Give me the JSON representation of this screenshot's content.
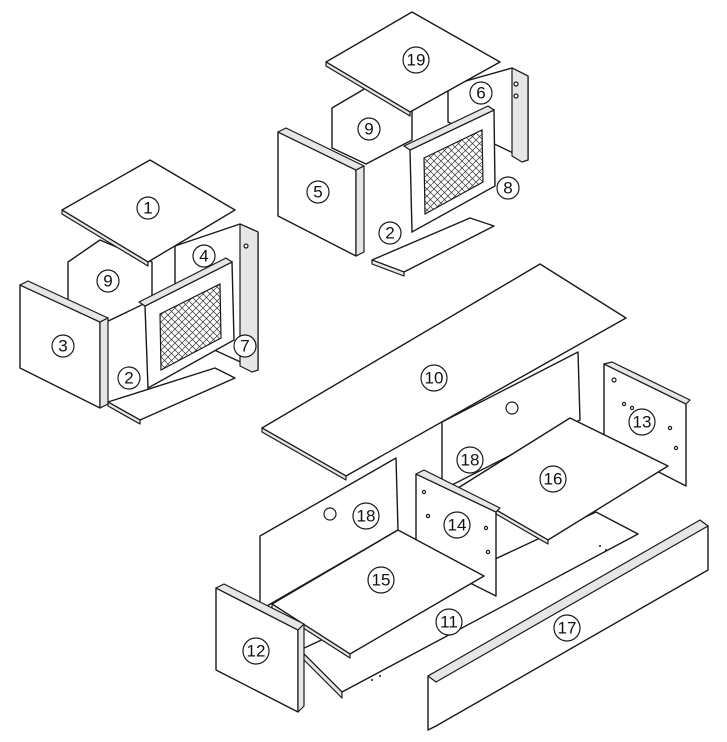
{
  "diagram": {
    "background": "#ffffff",
    "line_color": "#1a1a1a",
    "callouts": {
      "top_1": "1",
      "back_9_a": "9",
      "side_4": "4",
      "side_3": "3",
      "door_7": "7",
      "base_2_a": "2",
      "top_19": "19",
      "back_9_b": "9",
      "side_6": "6",
      "side_5": "5",
      "door_8": "8",
      "base_2_b": "2",
      "top_10": "10",
      "side_13": "13",
      "back_18_a": "18",
      "shelf_16": "16",
      "back_18_b": "18",
      "divider_14": "14",
      "shelf_15": "15",
      "base_11": "11",
      "side_12": "12",
      "plinth_17": "17"
    }
  }
}
